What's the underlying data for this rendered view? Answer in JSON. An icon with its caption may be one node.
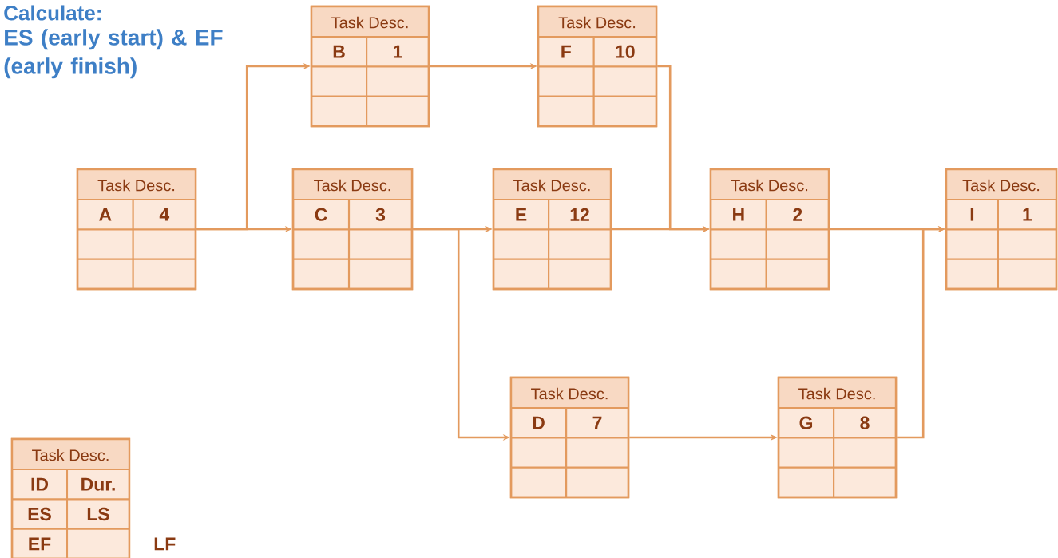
{
  "diagram": {
    "title": "Calculate:",
    "nodes": [
      {
        "text": [
          "Task Desc.",
          "A",
          "4"
        ]
      },
      {
        "text": [
          "Task Desc.",
          "B",
          "1"
        ]
      },
      {
        "text": [
          "Task Desc.",
          "C",
          "3"
        ]
      },
      {
        "text": [
          "Task Desc.",
          "D",
          "7"
        ]
      },
      {
        "text": [
          "Task Desc.",
          "E",
          "12"
        ]
      },
      {
        "text": [
          "Task Desc.",
          "F",
          "10"
        ]
      },
      {
        "text": [
          "Task Desc.",
          "G",
          "8"
        ]
      },
      {
        "text": [
          "Task Desc.",
          "H",
          "2"
        ]
      },
      {
        "text": [
          "Task Desc.",
          "I",
          "1"
        ]
      },
      {
        "text": [
          "Task Desc.",
          "ID",
          "Dur.",
          "ES",
          "LS",
          "EF"
        ],
        "beside": [
          "LF"
        ]
      }
    ],
    "edges": [
      {
        "from": 0,
        "to": 1,
        "arrow": "to"
      },
      {
        "from": 0,
        "to": 2,
        "arrow": "to"
      },
      {
        "from": 1,
        "to": 5,
        "arrow": "to"
      },
      {
        "from": 2,
        "to": 4,
        "arrow": "to"
      },
      {
        "from": 2,
        "to": 3,
        "arrow": "to"
      },
      {
        "from": 4,
        "to": 7,
        "arrow": "to"
      },
      {
        "from": 5,
        "to": 7,
        "arrow": "to"
      },
      {
        "from": 3,
        "to": 6,
        "arrow": "to"
      },
      {
        "from": 7,
        "to": 8,
        "arrow": "to"
      },
      {
        "from": 6,
        "to": 8,
        "arrow": "to"
      }
    ],
    "labels": [
      "ES (early start) & EF (early finish)"
    ]
  }
}
